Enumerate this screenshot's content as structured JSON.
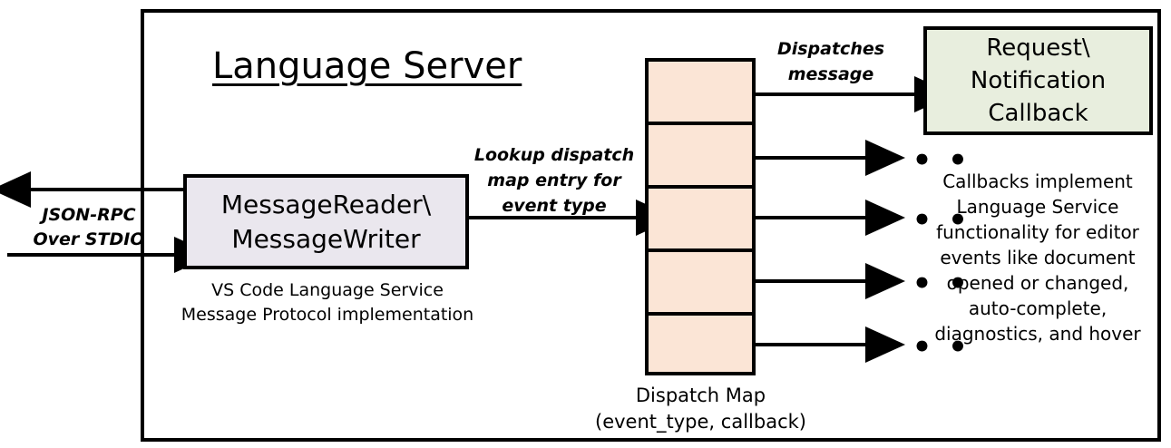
{
  "diagram": {
    "title": "Language Server",
    "frame_label": "language-server-boundary",
    "colors": {
      "message_box_fill": "#eae7ee",
      "dispatch_map_fill": "#fbe5d6",
      "callback_box_fill": "#e8eede",
      "stroke": "#000000",
      "background": "#ffffff"
    }
  },
  "transport": {
    "label": "JSON-RPC\nOver STDIO",
    "outbound_arrow": "arrow pointing left out of the server",
    "inbound_arrow": "arrow pointing right into the server"
  },
  "message_io": {
    "box_text": "MessageReader\\\nMessageWriter",
    "caption": "VS Code Language Service\nMessage Protocol implementation"
  },
  "lookup": {
    "label": "Lookup dispatch\nmap entry for\nevent type"
  },
  "dispatch_map": {
    "caption": "Dispatch Map\n(event_type, callback)",
    "cell_count": 5,
    "cells": [
      {
        "index": 1,
        "handle": "callback-dot"
      },
      {
        "index": 2,
        "handle": "callback-dot"
      },
      {
        "index": 3,
        "handle": "callback-dot"
      },
      {
        "index": 4,
        "handle": "callback-dot"
      },
      {
        "index": 5,
        "handle": "callback-dot"
      }
    ]
  },
  "dispatch": {
    "label": "Dispatches\nmessage"
  },
  "callback": {
    "box_text": "Request\\\nNotification\nCallback",
    "caption": "Callbacks implement\nLanguage Service\nfunctionality for editor\nevents like document\nopened or changed,\nauto-complete,\ndiagnostics, and hover"
  },
  "ellipses": {
    "glyph": "• • •",
    "count": 4
  }
}
